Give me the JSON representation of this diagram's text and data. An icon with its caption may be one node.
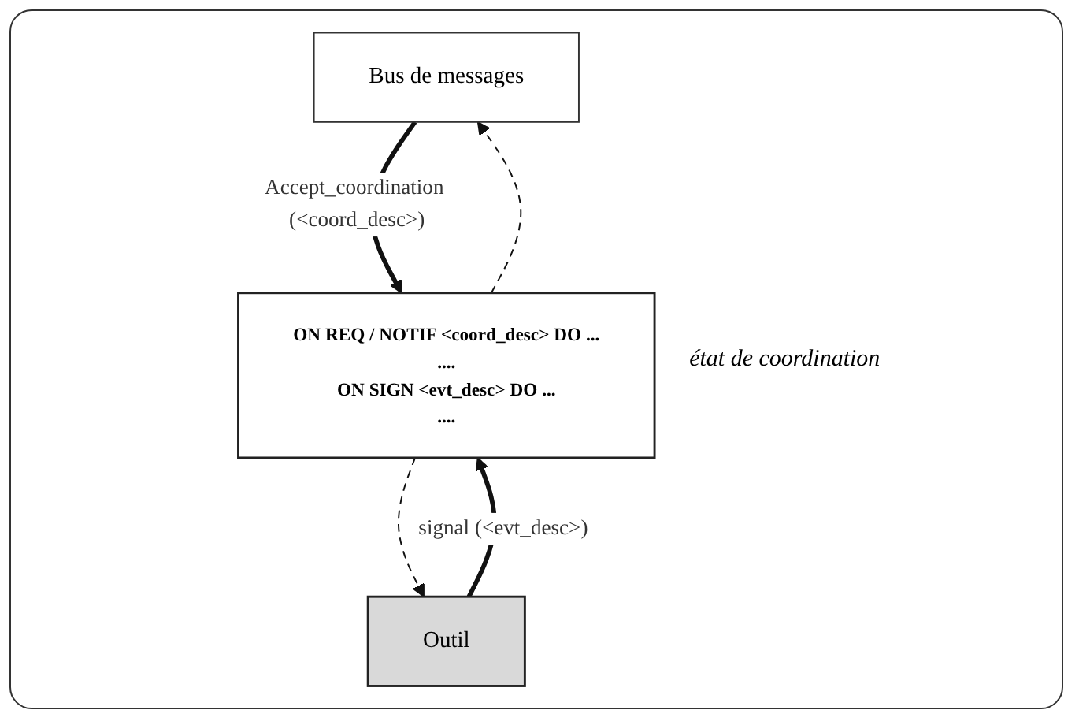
{
  "diagram": {
    "nodes": [
      {
        "text": [
          "Bus de messages"
        ]
      },
      {
        "text": [
          "ON REQ / NOTIF <coord_desc> DO ...",
          "....",
          "ON SIGN <evt_desc> DO ...",
          "...."
        ],
        "beside": [
          "état de coordination"
        ]
      },
      {
        "text": [
          "Outil"
        ]
      }
    ],
    "edges": [
      {
        "from": 1,
        "to": 0,
        "arrow": "to",
        "style": "dashed"
      },
      {
        "from": 0,
        "to": 1,
        "arrow": "to",
        "style": "thick",
        "label": "Accept_coordination (<coord_desc>)"
      },
      {
        "from": 2,
        "to": 1,
        "arrow": "to",
        "style": "thick",
        "label": "signal (<evt_desc>)"
      },
      {
        "from": 1,
        "to": 2,
        "arrow": "to",
        "style": "dashed"
      }
    ]
  }
}
